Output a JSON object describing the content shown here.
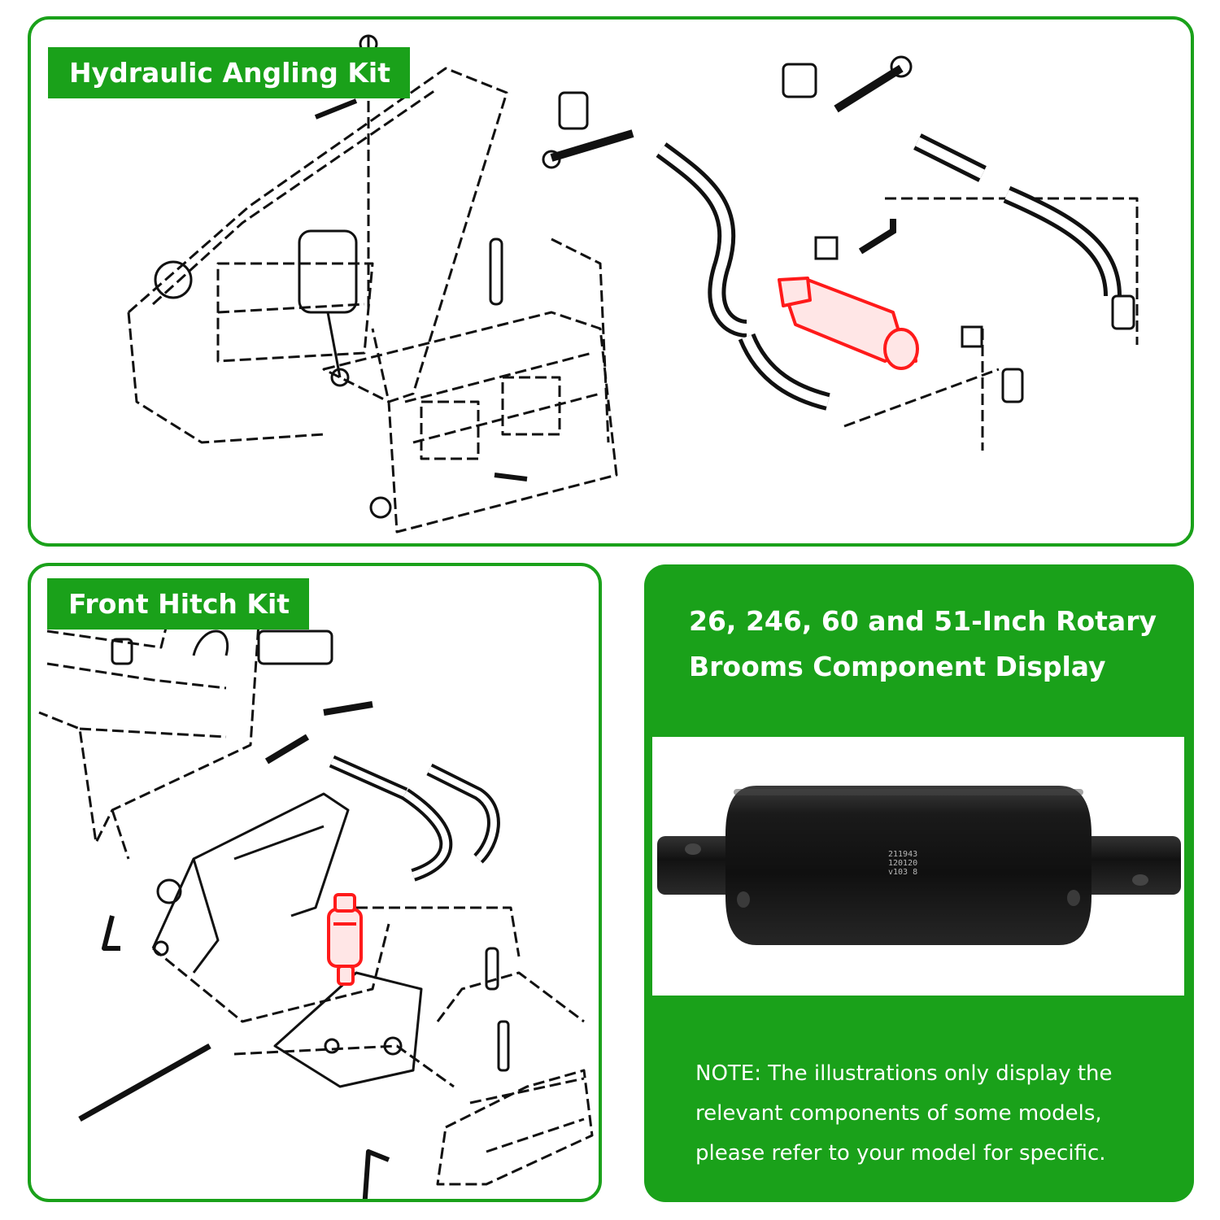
{
  "top_panel": {
    "label": "Hydraulic Angling Kit"
  },
  "left_panel": {
    "label": "Front Hitch Kit"
  },
  "right_panel": {
    "title_lines": [
      "26, 246, 60 and 51-Inch Rotary",
      "Brooms Component Display"
    ],
    "cylinder_markings": [
      "211943",
      "120120",
      "v103  8"
    ],
    "note_lines": [
      "NOTE: The illustrations only display the",
      "relevant components of some models,",
      "please refer to your model for specific."
    ]
  },
  "colors": {
    "brand_green": "#1aa11a",
    "highlight_red": "#ff1a1a",
    "line_black": "#111111"
  }
}
